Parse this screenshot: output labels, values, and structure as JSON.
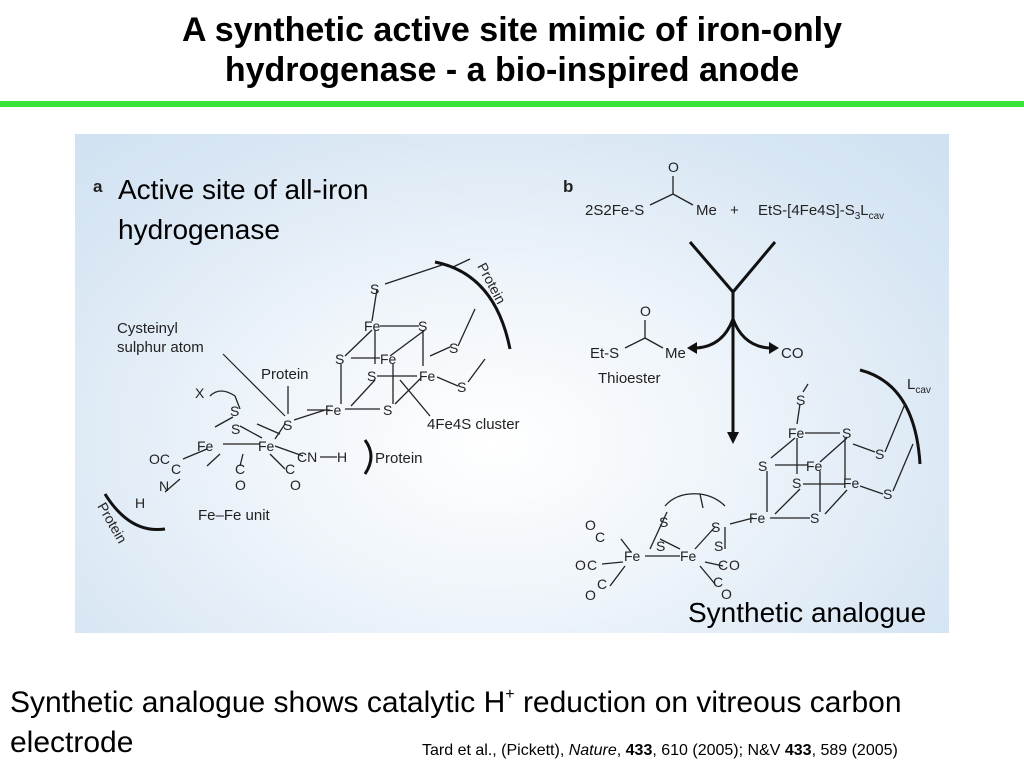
{
  "slide": {
    "title_line1": "A synthetic active site mimic of iron-only",
    "title_line2": "hydrogenase - a bio-inspired anode",
    "accent_color": "#37e337"
  },
  "figure": {
    "panel_a": {
      "label": "a",
      "caption_line1": "Active site of all-iron",
      "caption_line2": "hydrogenase",
      "labels": {
        "cysteinyl_line1": "Cysteinyl",
        "cysteinyl_line2": "sulphur atom",
        "protein_top": "Protein",
        "protein_arc_right": "Protein",
        "protein_arc_left": "Protein",
        "cluster": "4Fe4S cluster",
        "fefe_unit": "Fe–Fe unit",
        "protein_cn": "Protein",
        "x": "X",
        "fe": "Fe",
        "s": "S",
        "c": "C",
        "o": "O",
        "n": "N",
        "h": "H",
        "cn": "CN",
        "oc": "OC"
      }
    },
    "panel_b": {
      "label": "b",
      "reactant1": "2S2Fe-S",
      "me": "Me",
      "plus": "+",
      "reactant2": "EtS-[4Fe4S]-S",
      "sub3": "3",
      "l": "L",
      "cav": "cav",
      "ets": "Et-S",
      "thioester": "Thioester",
      "co": "CO",
      "o": "O",
      "fe": "Fe",
      "s": "S",
      "c": "C",
      "caption": "Synthetic analogue"
    }
  },
  "bottom": {
    "text_part1": "Synthetic analogue shows catalytic H",
    "superscript": "+",
    "text_part2": " reduction on vitreous carbon electrode"
  },
  "reference": {
    "authors": "Tard et al., (Pickett), ",
    "journal": "Nature",
    "sep1": ", ",
    "volume": "433",
    "pages": ", 610 (2005); N&V ",
    "nv_volume": "433",
    "nv_pages": ", 589 (2005)"
  }
}
